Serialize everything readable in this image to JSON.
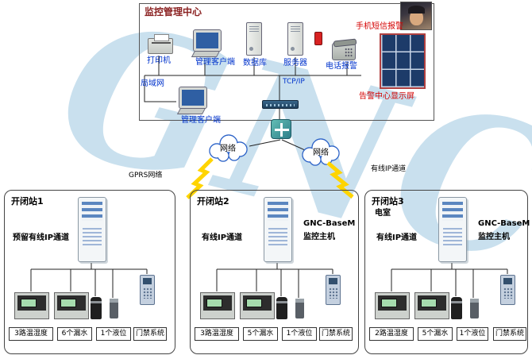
{
  "watermark": "GNC",
  "center": {
    "title": "监控管理中心",
    "printer_label": "打印机",
    "client1_label": "管理客户端",
    "database_label": "数据库",
    "server_label": "服务器",
    "phone_label": "电话报警",
    "sms_label": "手机短信报警",
    "wall_label": "告警中心显示屏",
    "tcpip_label": "TCP/IP",
    "lan_label": "局域网",
    "client2_label": "管理客户端"
  },
  "network": {
    "cloud_left": "网络",
    "cloud_right": "网络",
    "gprs": "GPRS网络",
    "wired": "有线IP通道"
  },
  "stations": [
    {
      "title": "开闭站1",
      "channel": "预留有线IP通道",
      "sensors": [
        "3路温湿度",
        "6个漏水",
        "1个液位",
        "门禁系统"
      ]
    },
    {
      "title": "开闭站2",
      "channel": "有线IP通道",
      "host1": "GNC-BaseM",
      "host2": "监控主机",
      "sensors": [
        "3路温湿度",
        "5个漏水",
        "1个液位",
        "门禁系统"
      ]
    },
    {
      "title": "开闭站3",
      "subtitle": "电室",
      "channel": "有线IP通道",
      "host1": "GNC-BaseM",
      "host2": "监控主机",
      "sensors": [
        "2路温湿度",
        "5个漏水",
        "1个液位",
        "门禁系统"
      ]
    }
  ],
  "colors": {
    "label_blue": "#0033cc",
    "label_red": "#d40000",
    "watermark_blue": "#94c1dd",
    "lightning_yellow": "#ffd400"
  }
}
